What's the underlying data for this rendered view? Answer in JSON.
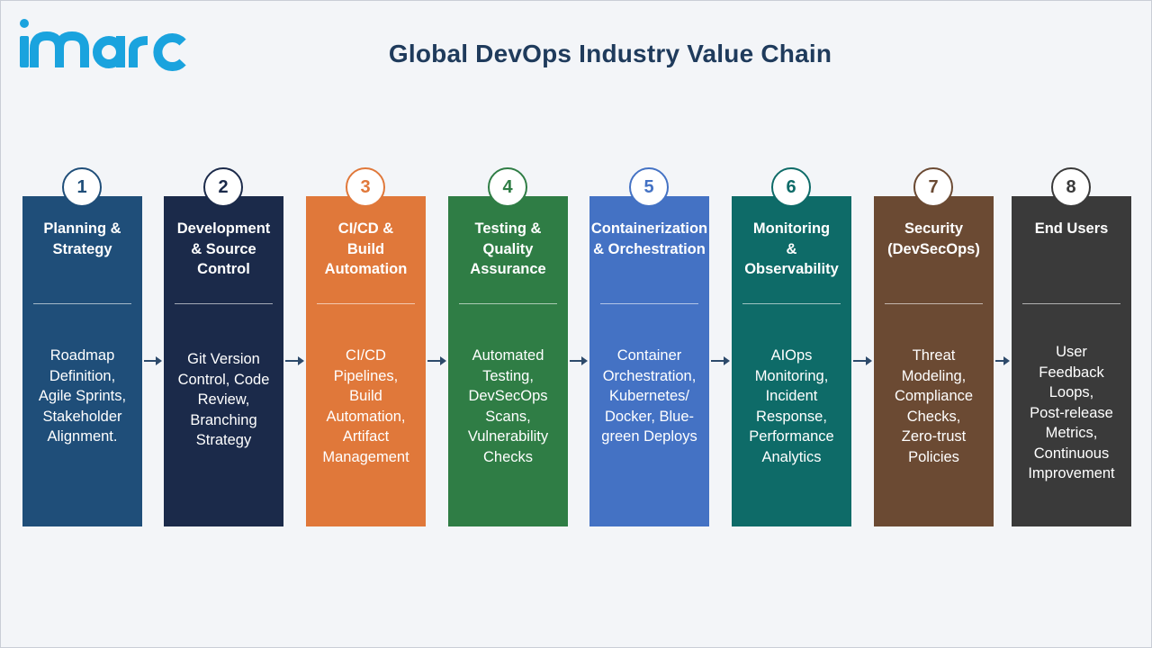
{
  "logo": {
    "text": "imarc"
  },
  "title": "Global DevOps Industry Value Chain",
  "steps": [
    {
      "number": "1",
      "title": "Planning &\nStrategy",
      "body": "Roadmap\nDefinition,\nAgile Sprints,\nStakeholder\nAlignment.",
      "color": "#1f4e79"
    },
    {
      "number": "2",
      "title": "Development\n& Source\nControl",
      "body": "Git Version\nControl, Code\nReview,\nBranching\nStrategy",
      "color": "#1b2a4a"
    },
    {
      "number": "3",
      "title": "CI/CD &\nBuild\nAutomation",
      "body": "CI/CD\nPipelines,\nBuild\nAutomation,\nArtifact\nManagement",
      "color": "#e0783a"
    },
    {
      "number": "4",
      "title": "Testing &\nQuality\nAssurance",
      "body": "Automated\nTesting,\nDevSecOps\nScans,\nVulnerability\nChecks",
      "color": "#2f7d45"
    },
    {
      "number": "5",
      "title": "Containerization\n& Orchestration",
      "body": "Container\nOrchestration,\nKubernetes/\nDocker, Blue-\ngreen Deploys",
      "color": "#4472c4"
    },
    {
      "number": "6",
      "title": "Monitoring\n&\nObservability",
      "body": "AIOps\nMonitoring,\nIncident\nResponse,\nPerformance\nAnalytics",
      "color": "#0e6b68"
    },
    {
      "number": "7",
      "title": "Security\n(DevSecOps)",
      "body": "Threat\nModeling,\nCompliance\nChecks,\nZero-trust\nPolicies",
      "color": "#6b4a33"
    },
    {
      "number": "8",
      "title": "End Users",
      "body": "User\nFeedback\nLoops,\nPost-release\nMetrics,\nContinuous\nImprovement",
      "color": "#3a3a3a"
    }
  ]
}
